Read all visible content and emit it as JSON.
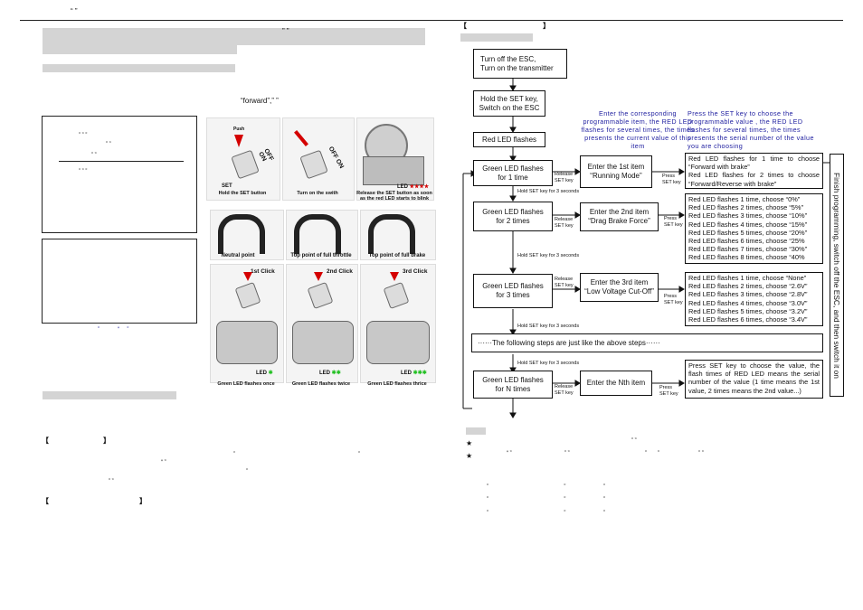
{
  "header": {
    "quote": "“      ”"
  },
  "left": {
    "line_quote": "”         ”",
    "forward_text": "“forward”,”          ”",
    "box1_quotes": [
      "”        ”         ”",
      "”        ”",
      "”       ”"
    ],
    "quote_line": "”         ”        ”",
    "section_open": "【",
    "section_close": "】",
    "para_quotes": [
      "”",
      "”",
      "“        ”",
      "”",
      "”              ”"
    ],
    "section2_open": "【",
    "section2_close": "】"
  },
  "photos": {
    "caption1": "Hold the SET button",
    "caption2": "Turn on the swith",
    "caption3": "Release the SET button as soon as the red LED starts to blink",
    "push": "Push",
    "set": "SET",
    "off": "OFF",
    "on": "ON",
    "led": "LED",
    "neutral": "Neutral point",
    "full_throttle": "Top point of full throttle",
    "full_brake": "Top point of full brake",
    "click1": "1st Click",
    "click2": "2nd Click",
    "click3": "3rd Click",
    "green1": "Green LED flashes once",
    "green2": "Green LED flashes twice",
    "green3": "Green LED flashes thrice"
  },
  "flow": {
    "bracket_open": "【",
    "bracket_close": "】",
    "step1": "Turn off the ESC,\nTurn on the transmitter",
    "step2": "Hold the SET key,\nSwitch on the ESC",
    "step3": "Red LED flashes",
    "note_enter": "Enter the corresponding programmable item, the RED LED flashes for several times, the times presents the current value of this item",
    "note_press": "Press the SET key to choose the programmable value , the RED LED flashes for several times, the times presents the serial number of the  value you are choosing",
    "green": [
      "Green LED flashes\nfor 1 time",
      "Green LED flashes\nfor 2 times",
      "Green LED flashes\nfor 3 times",
      "Green LED flashes\nfor N times"
    ],
    "release": "Release\nSET key",
    "press": "Press\nSET key",
    "hold": "Hold SET key for 3 seconds",
    "items": [
      "Enter the 1st item\n“Running Mode”",
      "Enter the 2nd item\n“Drag Brake Force”",
      "Enter the 3rd item\n“Low Voltage Cut-Off”",
      "Enter the Nth item"
    ],
    "opts1": [
      "Red LED flashes for 1 time to choose “Forward with brake”",
      "Red LED flashes for 2 times to choose “Forward/Reverse with brake”"
    ],
    "opts2": [
      "Red LED flashes 1 time, choose “0%”",
      "Red LED flashes 2 times, choose “5%”",
      "Red LED flashes 3 times, choose “10%”",
      "Red LED flashes 4 times, choose “15%”",
      "Red LED flashes 5 times, choose “20%”",
      "Red LED flashes 6 times, choose “25%",
      "Red LED flashes 7 times, choose “30%”",
      "Red LED flashes 8 times, choose “40%"
    ],
    "opts3": [
      "Red LED flashes 1 time, choose “None”",
      "Red LED flashes 2 times, choose “2.6V”",
      "Red LED flashes 3 times, choose “2.8V”",
      "Red LED flashes 4 times, choose “3.0V”",
      "Red LED flashes 5 times, choose “3.2V”",
      "Red LED flashes 6 times, choose “3.4V”"
    ],
    "following": "······The following steps are just like the above steps······",
    "optsN": "Press SET key to choose the value, the flash times of RED LED means the serial number of the value (1 time means the 1st value, 2 times means the 2nd value...)",
    "finish": "Finish programming, switch off the ESC, and then switch it on"
  },
  "notes": {
    "star": "★",
    "line1": "”    ”",
    "line2": "“ ”                                   ” ”                                                  ”       ”                          ” ”",
    "q1": "”                                                  ”                         ”",
    "q2": "”                                                  ”                         ”",
    "q3": "”                                                  ”                         ”"
  }
}
